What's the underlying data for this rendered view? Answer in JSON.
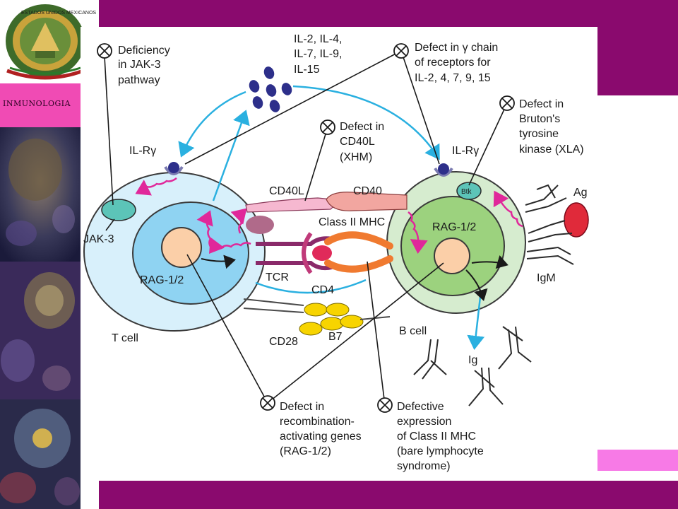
{
  "sidebar": {
    "label": "INMUNOLOGIA",
    "logo_text": "ESTADOS UNIDOS MEXICANOS"
  },
  "colors": {
    "band": "#8a0a6e",
    "pink_band": "#f77ae6",
    "label_bg": "#f04bb4",
    "cytokine_arrow": "#2ab0e0",
    "signal": "#e0289a"
  },
  "diagram": {
    "defects": {
      "jak3": [
        "Deficiency",
        "in JAK-3",
        "pathway"
      ],
      "gamma_chain": [
        "Defect in γ chain",
        "of receptors for",
        "IL-2, 4, 7, 9, 15"
      ],
      "cd40l": [
        "Defect in",
        "CD40L",
        "(XHM)"
      ],
      "btk": [
        "Defect in",
        "Bruton's",
        "tyrosine",
        "kinase (XLA)"
      ],
      "rag": [
        "Defect in",
        "recombination-",
        "activating genes",
        "(RAG-1/2)"
      ],
      "mhc": [
        "Defective",
        "expression",
        "of Class II MHC",
        "(bare lymphocyte",
        "syndrome)"
      ]
    },
    "cytokines": [
      "IL-2, IL-4,",
      "IL-7, IL-9,",
      "IL-15"
    ],
    "labels": {
      "il_r_left": "IL-Rγ",
      "il_r_right": "IL-Rγ",
      "jak3": "JAK-3",
      "rag_t": "RAG-1/2",
      "rag_b": "RAG-1/2",
      "t_cell": "T cell",
      "b_cell": "B cell",
      "cd40l": "CD40L",
      "cd40": "CD40",
      "class2": "Class II MHC",
      "tcr": "TCR",
      "cd4": "CD4",
      "cd28": "CD28",
      "b7": "B7",
      "btk": "Btk",
      "ag": "Ag",
      "igm": "IgM",
      "ig": "Ig"
    }
  }
}
